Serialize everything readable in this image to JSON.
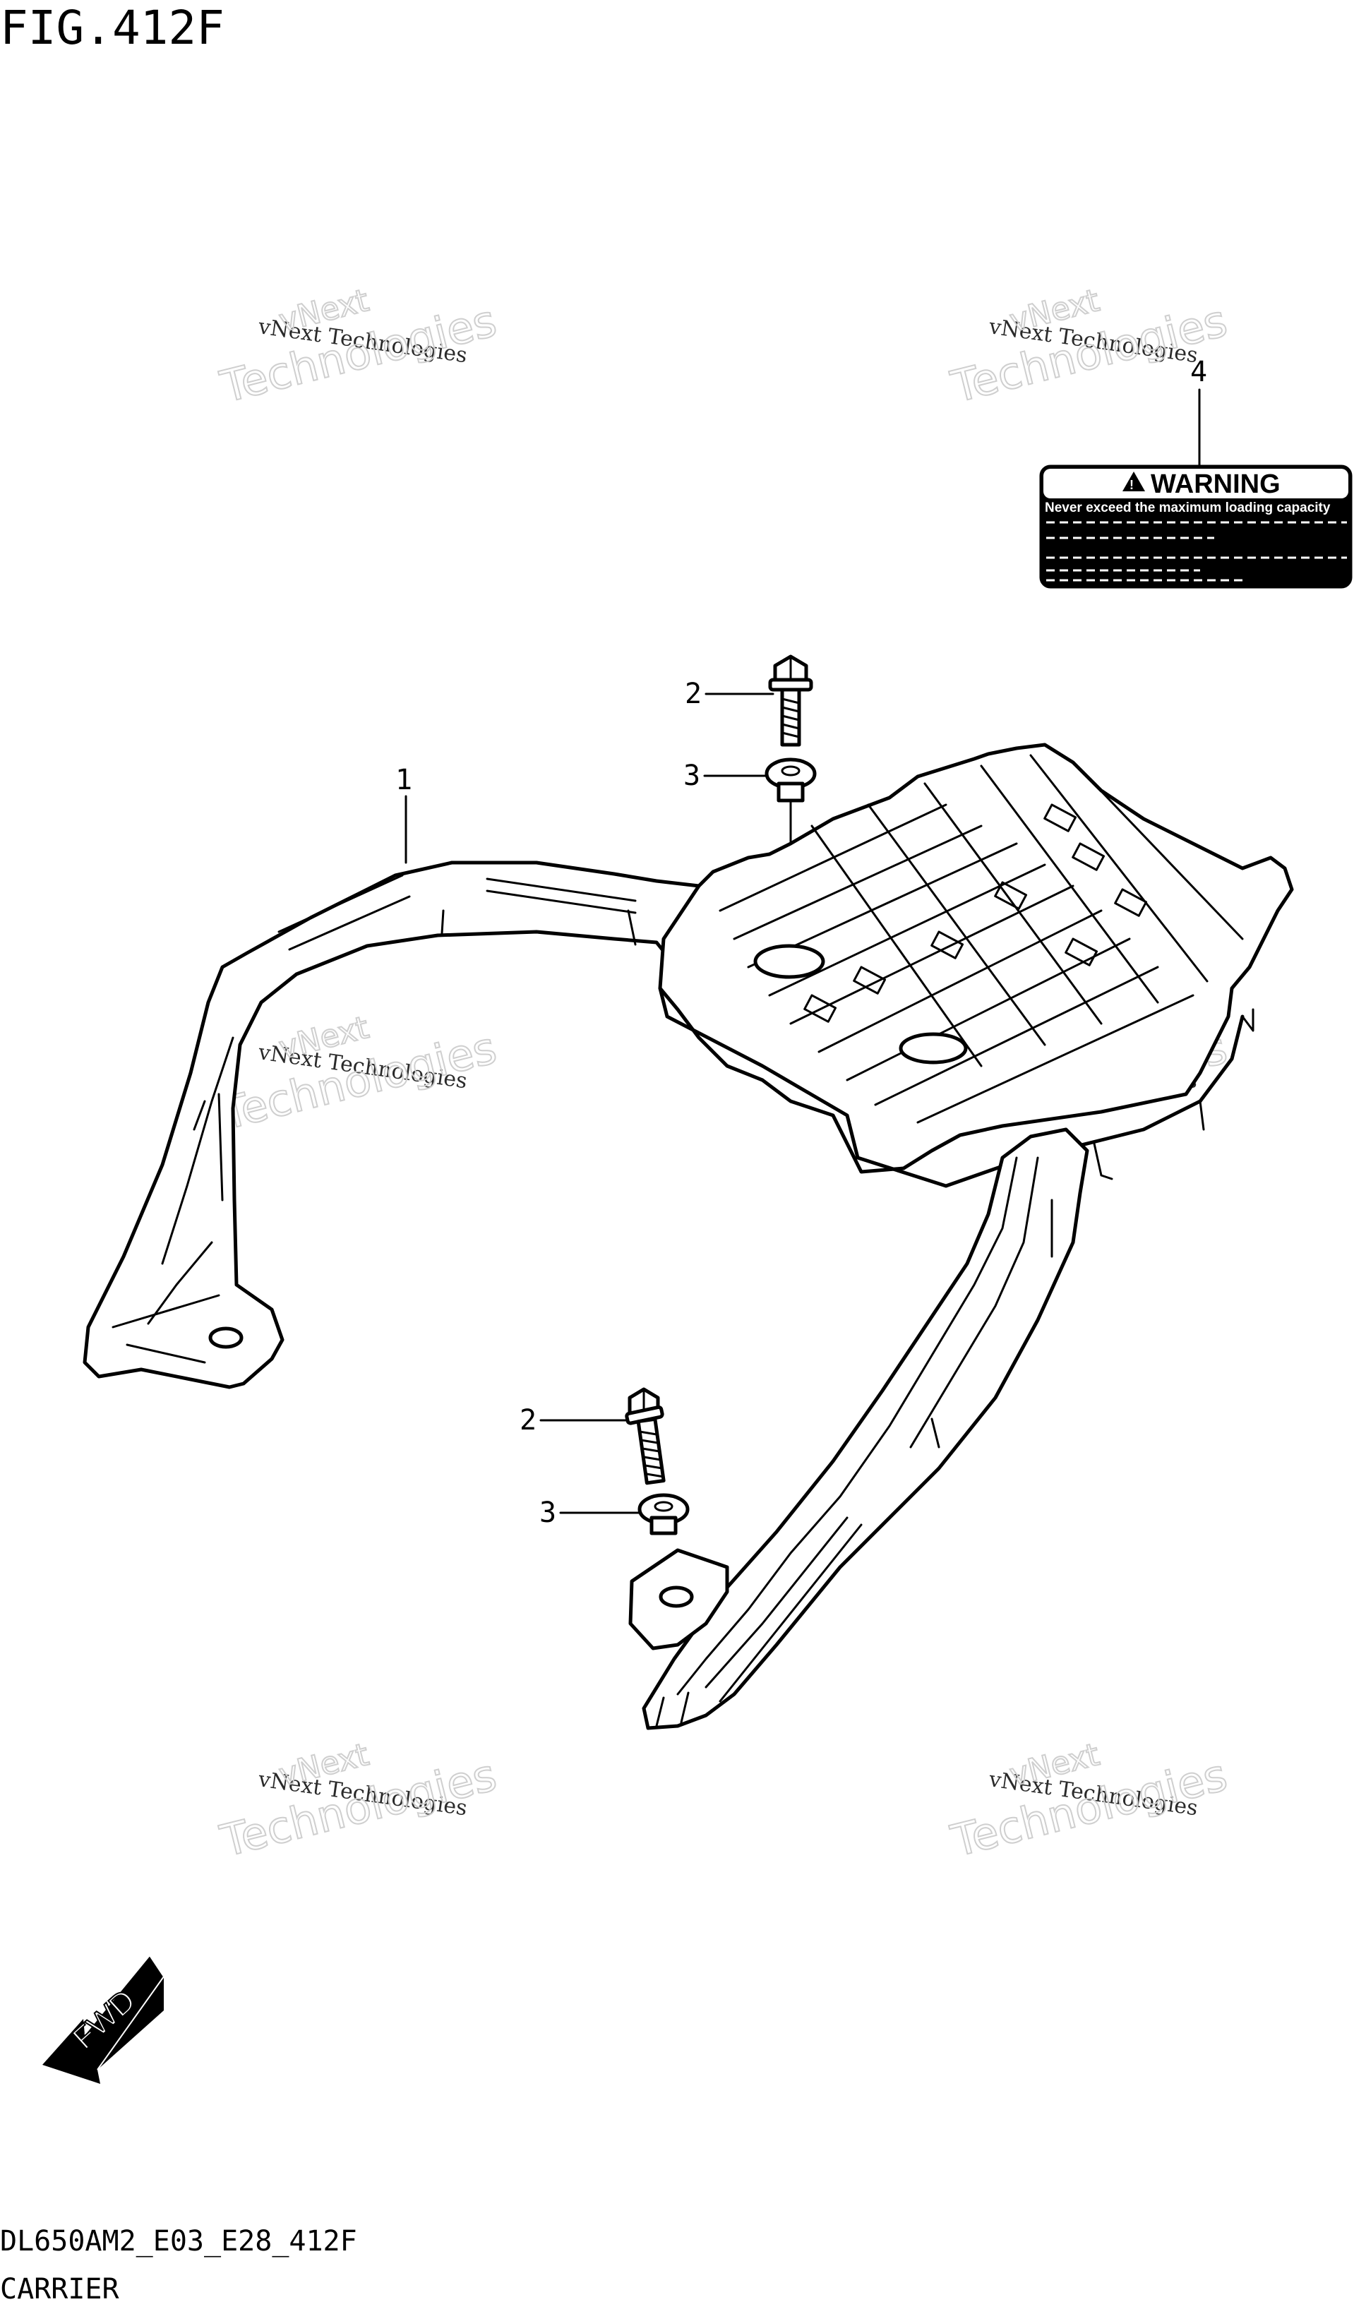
{
  "figure": {
    "title": "FIG.412F"
  },
  "footer": {
    "code": "DL650AM2_E03_E28_412F",
    "name": "CARRIER"
  },
  "callouts": {
    "part1": "1",
    "part2_top": "2",
    "part3_top": "3",
    "part4": "4",
    "part2_bottom": "2",
    "part3_bottom": "3"
  },
  "warning_label": {
    "heading": "WARNING",
    "line1": "Never exceed the maximum loading capacity"
  },
  "direction": {
    "label": "FWD"
  },
  "watermark": {
    "line1": "vNext Technologies",
    "line2a": "vNext",
    "line2b": "Technologies"
  }
}
